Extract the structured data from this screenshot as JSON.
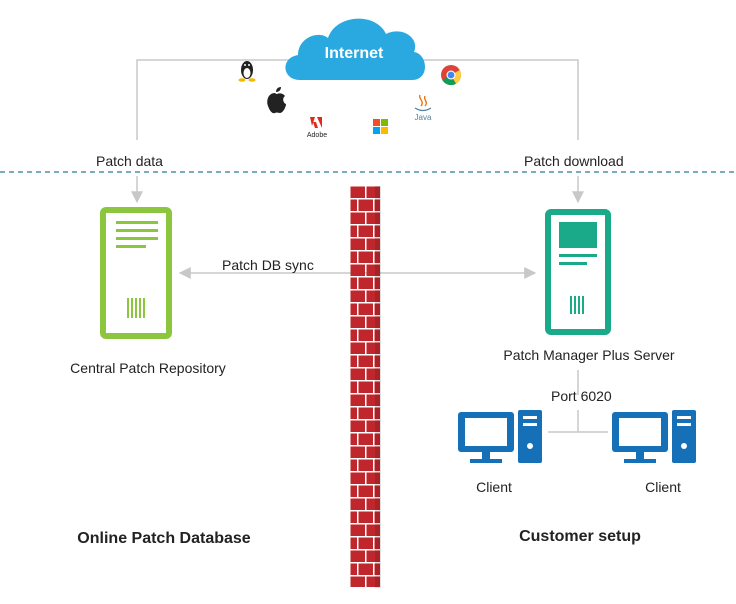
{
  "cloud": {
    "label": "Internet"
  },
  "logos": {
    "linux": "linux-logo-icon",
    "apple": "apple-logo-icon",
    "adobe": "Adobe",
    "windows": "windows-logo-icon",
    "java": "Java",
    "chrome": "chrome-logo-icon"
  },
  "labels": {
    "patch_data": "Patch data",
    "patch_download": "Patch download",
    "patch_db_sync": "Patch DB sync",
    "central_repo": "Central Patch Repository",
    "pmp_server": "Patch Manager Plus Server",
    "port": "Port 6020",
    "client_left": "Client",
    "client_right": "Client",
    "online_db": "Online Patch Database",
    "customer_setup": "Customer setup"
  },
  "colors": {
    "cloud": "#2aa8e0",
    "repo_server": "#8cc63f",
    "pmp_server": "#1aaa8a",
    "client": "#1570b8",
    "firewall": "#c0272d",
    "dashed_line": "#2a7a9a",
    "connector": "#c8c8c8"
  }
}
